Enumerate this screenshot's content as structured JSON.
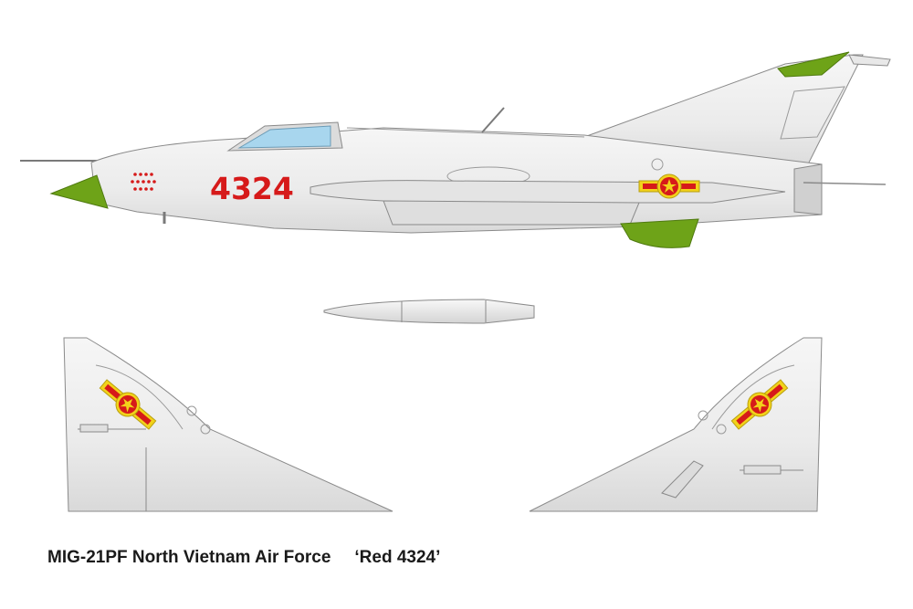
{
  "aircraft": {
    "serial": "4324",
    "colors": {
      "metal": "#ececec",
      "metal_dark": "#d8d8d8",
      "outline": "#8a8a8a",
      "radome_green": "#6ea318",
      "red": "#d61a1a",
      "yellow": "#f2d21a",
      "canopy_blue": "#a8d6ee"
    },
    "insignia": "vietnam-roundel-star-icon"
  },
  "caption": {
    "title": "MIG-21PF North Vietnam Air Force",
    "subtitle": "‘Red 4324’"
  }
}
